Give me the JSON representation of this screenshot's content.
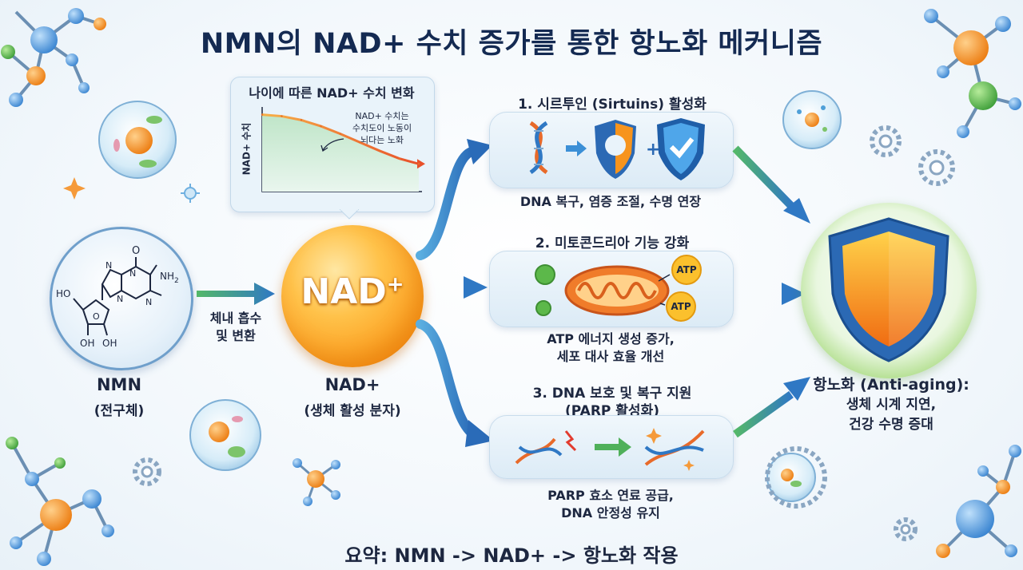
{
  "title": "NMN의 NAD+ 수치 증가를 통한 항노화 메커니즘",
  "chart": {
    "title": "나이에 따른 NAD+ 수치 변화",
    "ylabel": "NAD+ 수치",
    "annotation_line1": "NAD+ 수치는",
    "annotation_line2": "수치도이 노동이",
    "annotation_line3": "뇌다는 노화"
  },
  "chart_data": {
    "type": "line",
    "title": "나이에 따른 NAD+ 수치 변화",
    "xlabel": "",
    "ylabel": "NAD+ 수치",
    "x": [
      0,
      1,
      2,
      3,
      4,
      5,
      6,
      7,
      8
    ],
    "series": [
      {
        "values": [
          10,
          9.8,
          9.3,
          8.5,
          7.5,
          6.4,
          5.3,
          4.3,
          3.6
        ]
      }
    ],
    "ylim": [
      0,
      11
    ],
    "grid": false
  },
  "nmn": {
    "label": "NMN",
    "sub": "(전구체)",
    "molecule_o": "O",
    "molecule_nh2": "NH",
    "molecule_nh2_sub": "2",
    "molecule_n1": "N",
    "molecule_n2": "N",
    "molecule_n3": "N",
    "molecule_n4": "N",
    "molecule_ho": "HO",
    "molecule_oh1": "OH",
    "molecule_oh2": "OH",
    "molecule_ring_o": "O"
  },
  "arrow_absorb": {
    "line1": "체내 흡수",
    "line2": "및 변환"
  },
  "nad": {
    "ball_text": "NAD",
    "ball_sup": "+",
    "label": "NAD+",
    "sub": "(생체 활성 분자)"
  },
  "sections": [
    {
      "title": "1. 시르투인 (Sirtuins) 활성화",
      "caption": "DNA 복구, 염증 조절, 수명 연장"
    },
    {
      "title": "2. 미토콘드리아 기능 강화",
      "caption_line1": "ATP 에너지 생성 증가,",
      "caption_line2": "세포 대사 효율 개선",
      "atp1": "ATP",
      "atp2": "ATP"
    },
    {
      "title_line1": "3. DNA 보호 및 복구 지원",
      "title_line2": "(PARP 활성화)",
      "caption_line1": "PARP 효소 연료 공급,",
      "caption_line2": "DNA 안정성 유지"
    }
  ],
  "result": {
    "title": "항노화 (Anti-aging):",
    "line2": "생체 시계 지연,",
    "line3": "건강 수명 증대"
  },
  "summary": "요약: NMN -> NAD+ -> 항노화 작용",
  "colors": {
    "arrow_blue": "#2f78c4",
    "arrow_green": "#4fb05a",
    "nad_orange": "#fb9a1a",
    "shield_orange": "#f7941d",
    "shield_blue": "#2b69b4",
    "title": "#142a52"
  }
}
